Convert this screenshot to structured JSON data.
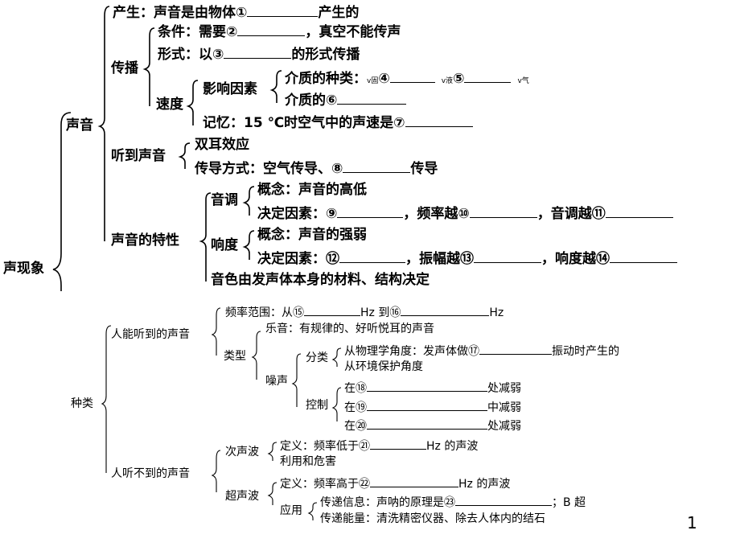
{
  "page_number": "1",
  "top": {
    "root": "声现象",
    "sound": "声音",
    "production": {
      "label": "产生：声音是由物体①",
      "tail": "产生的"
    },
    "propagation": {
      "label": "传播",
      "condition": {
        "label": "条件：需要②",
        "tail": "，真空不能传声"
      },
      "form": {
        "label": "形式：以③",
        "tail": "的形式传播"
      },
      "speed": {
        "label": "速度",
        "factors": "影响因素",
        "medium_type": {
          "label": "介质的种类：",
          "v_solid": "v固",
          "m4": "④",
          "v_liquid": "v液",
          "m5": "⑤",
          "v_gas": "v气"
        },
        "medium_temp": {
          "label": "介质的⑥"
        },
        "memo": {
          "label": "记忆：15 ℃时空气中的声速是⑦"
        }
      }
    },
    "hearing": {
      "label": "听到声音",
      "binaural": "双耳效应",
      "conduction": {
        "label": "传导方式：空气传导、⑧",
        "tail": "传导"
      }
    },
    "characteristics": {
      "label": "声音的特性",
      "pitch": {
        "label": "音调",
        "concept": "概念：声音的高低",
        "factors": {
          "a": "决定因素：⑨",
          "b": "，频率越⑩",
          "c": "，音调越⑪"
        }
      },
      "loudness": {
        "label": "响度",
        "concept": "概念：声音的强弱",
        "factors": {
          "a": "决定因素：⑫",
          "b": "，振幅越⑬",
          "c": "，响度越⑭"
        }
      },
      "timbre": "音色由发声体本身的材料、结构决定"
    }
  },
  "bottom": {
    "types": "种类",
    "audible": {
      "label": "人能听到的声音",
      "range": {
        "a": "频率范围：从⑮",
        "b": "Hz 到⑯",
        "c": "Hz"
      },
      "kind": "类型",
      "music": "乐音：有规律的、好听悦耳的声音",
      "noise": {
        "label": "噪声",
        "classify": "分类",
        "physics": {
          "a": "从物理学角度：发声体做⑰",
          "b": "振动时产生的"
        },
        "environment": "从环境保护角度",
        "control": "控制",
        "c18": {
          "a": "在⑱",
          "b": "处减弱"
        },
        "c19": {
          "a": "在⑲",
          "b": "中减弱"
        },
        "c20": {
          "a": "在⑳",
          "b": "处减弱"
        }
      }
    },
    "inaudible": {
      "label": "人听不到的声音",
      "infra": {
        "label": "次声波",
        "def": {
          "a": "定义：频率低于㉑",
          "b": "Hz 的声波"
        },
        "use": "利用和危害"
      },
      "ultra": {
        "label": "超声波",
        "def": {
          "a": "定义：频率高于㉒",
          "b": "Hz 的声波"
        },
        "app": "应用",
        "info": {
          "a": "传递信息：声呐的原理是㉓",
          "b": "；B 超"
        },
        "energy": "传递能量：清洗精密仪器、除去人体内的结石"
      }
    }
  }
}
